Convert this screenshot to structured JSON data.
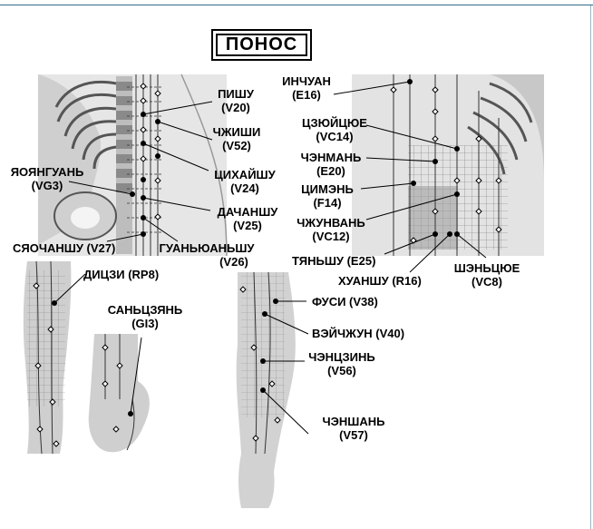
{
  "title": "ПОНОС",
  "points": {
    "pishu": {
      "name": "ПИШУ",
      "code": "(V20)"
    },
    "chzhishi": {
      "name": "ЧЖИШИ",
      "code": "(V52)"
    },
    "cihaishu": {
      "name": "ЦИХАЙШУ",
      "code": "(V24)"
    },
    "dachanshu": {
      "name": "ДАЧАНШУ",
      "code": "(V25)"
    },
    "yaoyanguan": {
      "name": "ЯОЯНГУАНЬ",
      "code": "(VG3)"
    },
    "syaochanshu": {
      "label": "СЯОЧАНШУ (V27)"
    },
    "guanyuanshu": {
      "name": "ГУАНЬЮАНЬШУ",
      "code": "(V26)"
    },
    "dijci": {
      "label": "ДИЦЗИ (RP8)"
    },
    "sanjian": {
      "name": "САНЬЦЗЯНЬ",
      "code": "(GI3)"
    },
    "inchuan": {
      "name": "ИНЧУАН",
      "code": "(E16)"
    },
    "czjuicjue": {
      "name": "ЦЗЮЙЦЮЕ",
      "code": "(VC14)"
    },
    "chenman": {
      "name": "ЧЭНМАНЬ",
      "code": "(E20)"
    },
    "cimen": {
      "name": "ЦИМЭНЬ",
      "code": "(F14)"
    },
    "chzhunvan": {
      "name": "ЧЖУНВАНЬ",
      "code": "(VC12)"
    },
    "tyanshu": {
      "label": "ТЯНЬШУ (E25)"
    },
    "huanshu": {
      "label": "ХУАНШУ (R16)"
    },
    "shenque": {
      "name": "ШЭНЬЦЮЕ",
      "code": "(VC8)"
    },
    "fusi": {
      "label": "ФУСИ (V38)"
    },
    "weizhun": {
      "label": "ВЭЙЧЖУН (V40)"
    },
    "chenjin": {
      "name": "ЧЭНЦЗИНЬ",
      "code": "(V56)"
    },
    "chenshan": {
      "name": "ЧЭНШАНЬ",
      "code": "(V57)"
    }
  }
}
